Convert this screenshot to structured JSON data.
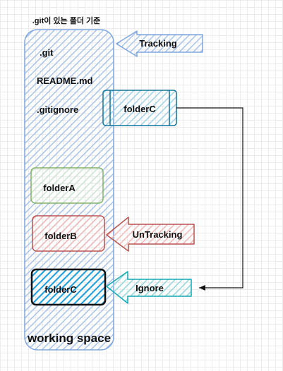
{
  "header_text": ".git이 있는 폴더 기준",
  "workspace": {
    "label": "working space",
    "items": [
      ".git",
      "README.md",
      ".gitignore"
    ]
  },
  "folders": {
    "tracked": "folderC",
    "a": "folderA",
    "b": "folderB",
    "ignored": "folderC"
  },
  "arrows": {
    "tracking": "Tracking",
    "untracking": "UnTracking",
    "ignore": "Ignore"
  },
  "colors": {
    "workspace": "#7ea6e0",
    "tracking": "#7ea6e0",
    "folder_c_box": "#10739e",
    "folder_c_fill": "#b1ddf0",
    "folder_a": "#82b366",
    "folder_a_fill": "#d5e8d4",
    "folder_b": "#b85450",
    "folder_b_fill": "#f8cecc",
    "ignored_fill": "#1ba1e2",
    "ignore_arrow": "#12aab5",
    "untracking_arrow": "#b85450"
  }
}
